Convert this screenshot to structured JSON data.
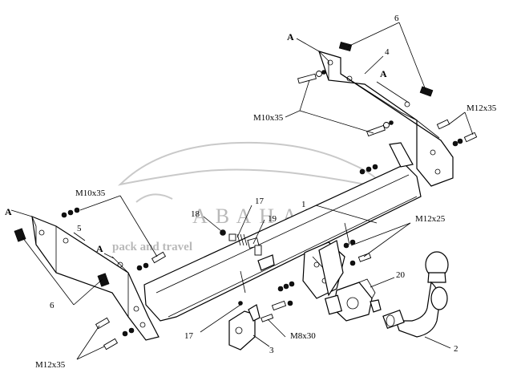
{
  "watermark": {
    "brand": "АВАНАV",
    "tagline": "pack and travel"
  },
  "labels": {
    "ref_a": "A",
    "hitch_bar": "1",
    "tow_ball": "2",
    "mount_plate": "3",
    "bracket_right": "4",
    "bracket_left": "5",
    "plate": "6",
    "part_17": "17",
    "part_18": "18",
    "part_19": "19",
    "socket": "20",
    "bolt_m10x35": "M10x35",
    "bolt_m12x35": "M12x35",
    "bolt_m12x25": "M12x25",
    "bolt_m8x30": "M8x30"
  },
  "colors": {
    "line": "#000000",
    "watermark": "#b9b9b9",
    "watermark_red": "#d99a9a"
  }
}
